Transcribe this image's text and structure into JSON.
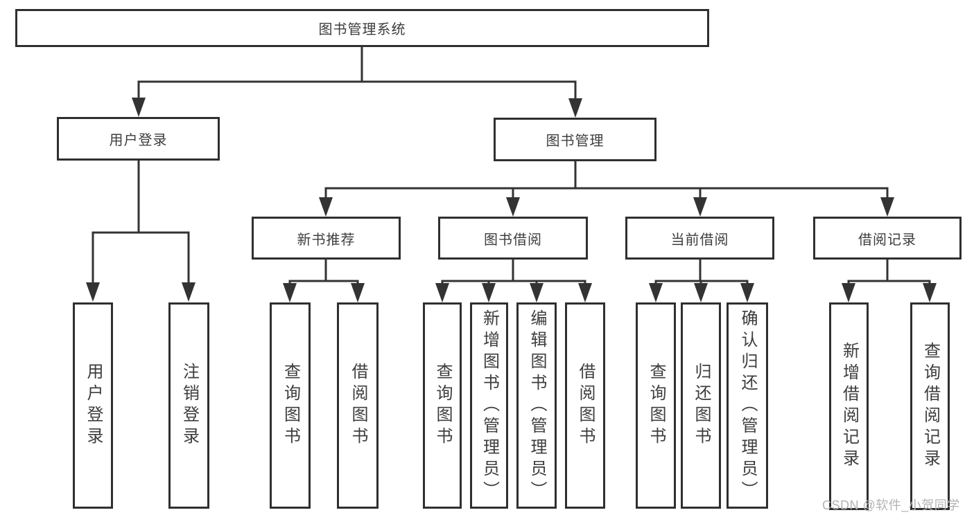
{
  "tree": {
    "root": "图书管理系统",
    "children": [
      {
        "label": "用户登录",
        "children": [
          {
            "label": "用户登录"
          },
          {
            "label": "注销登录"
          }
        ]
      },
      {
        "label": "图书管理",
        "children": [
          {
            "label": "新书推荐",
            "children": [
              {
                "label": "查询图书"
              },
              {
                "label": "借阅图书"
              }
            ]
          },
          {
            "label": "图书借阅",
            "children": [
              {
                "label": "查询图书"
              },
              {
                "label": "新增图书（管理员）"
              },
              {
                "label": "编辑图书（管理员）"
              },
              {
                "label": "借阅图书"
              }
            ]
          },
          {
            "label": "当前借阅",
            "children": [
              {
                "label": "查询图书"
              },
              {
                "label": "归还图书"
              },
              {
                "label": "确认归还（管理员）"
              }
            ]
          },
          {
            "label": "借阅记录",
            "children": [
              {
                "label": "新增借阅记录"
              },
              {
                "label": "查询借阅记录"
              }
            ]
          }
        ]
      }
    ]
  },
  "watermark": {
    "text": "CSDN @软件_小贺同学"
  },
  "colors": {
    "line": "#333333",
    "box_border": "#2f2f2f",
    "text": "#3d3d3d",
    "watermark": "#b3b3b3",
    "background": "#ffffff"
  }
}
